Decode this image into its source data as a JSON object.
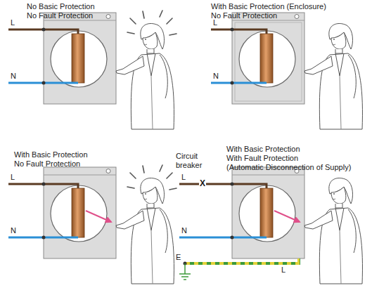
{
  "diagram": {
    "labels": [
      "No Basic Protection",
      "No Fault Protection",
      "L",
      "N",
      "With Basic Protection (Enclosure)",
      "No Fault Protection",
      "L",
      "N",
      "With Basic Protection",
      "No Fault Protection",
      "L",
      "N",
      "Circuit breaker",
      "X",
      "With Basic Protection",
      "With Fault Protection",
      "(Automatic Disconnection of Supply)",
      "L",
      "N",
      "E",
      "L"
    ]
  }
}
